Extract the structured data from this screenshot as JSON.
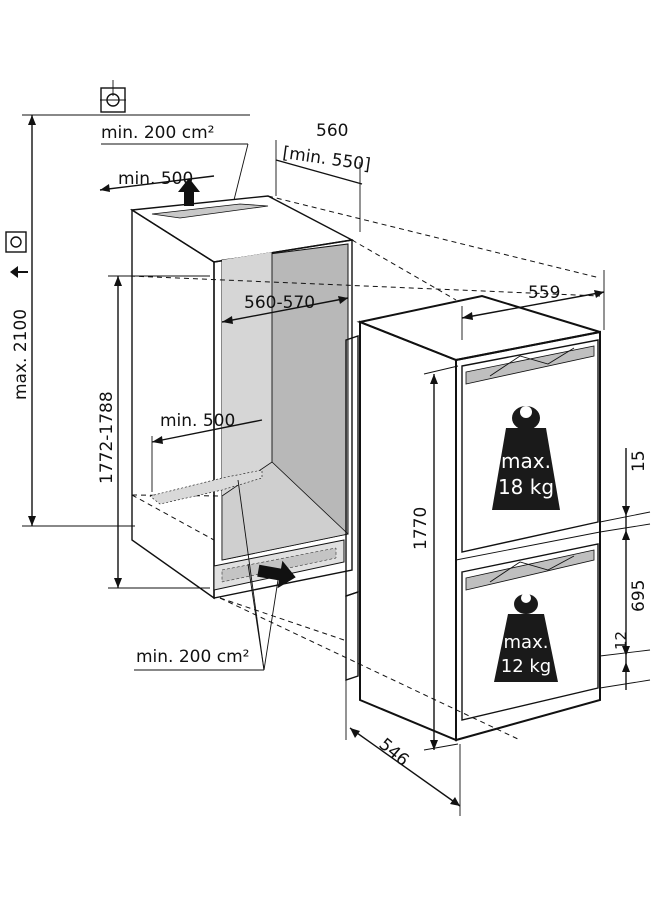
{
  "labels": {
    "vent_top_area": "min. 200 cm²",
    "vent_top_depth": "min. 500",
    "niche_width": "560",
    "niche_width_min": "[min. 550]",
    "inner_width": "560-570",
    "inner_depth": "min. 500",
    "niche_height": "1772-1788",
    "max_height": "max. 2100",
    "vent_bottom_area": "min. 200 cm²",
    "appliance_width": "559",
    "appliance_height": "1770",
    "appliance_depth": "546",
    "door_gap": "15",
    "lower_door_height": "695",
    "bottom_gap": "12",
    "upper_weight_line1": "max.",
    "upper_weight_line2": "18 kg",
    "lower_weight_line1": "max.",
    "lower_weight_line2": "12 kg"
  },
  "icons": [
    "socket-icon",
    "power-plug-icon",
    "weight-icon",
    "arrow-up-icon",
    "arrow-right-icon"
  ],
  "colors": {
    "ink": "#111111",
    "niche_shade": "#b8b8b8",
    "weight": "#1a1a1a"
  }
}
